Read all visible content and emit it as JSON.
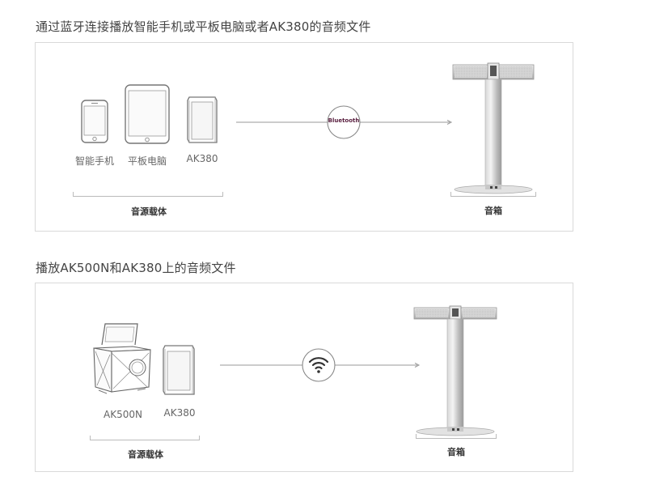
{
  "section1": {
    "title": "通过蓝牙连接播放智能手机或平板电脑或者AK380的音频文件",
    "devices": [
      "智能手机",
      "平板电脑",
      "AK380"
    ],
    "source_group_label": "音源载体",
    "connection_label": "Bluetooth",
    "speaker_label": "音箱"
  },
  "section2": {
    "title": "播放AK500N和AK380上的音频文件",
    "devices": [
      "AK500N",
      "AK380"
    ],
    "source_group_label": "音源载体",
    "speaker_label": "音箱"
  }
}
